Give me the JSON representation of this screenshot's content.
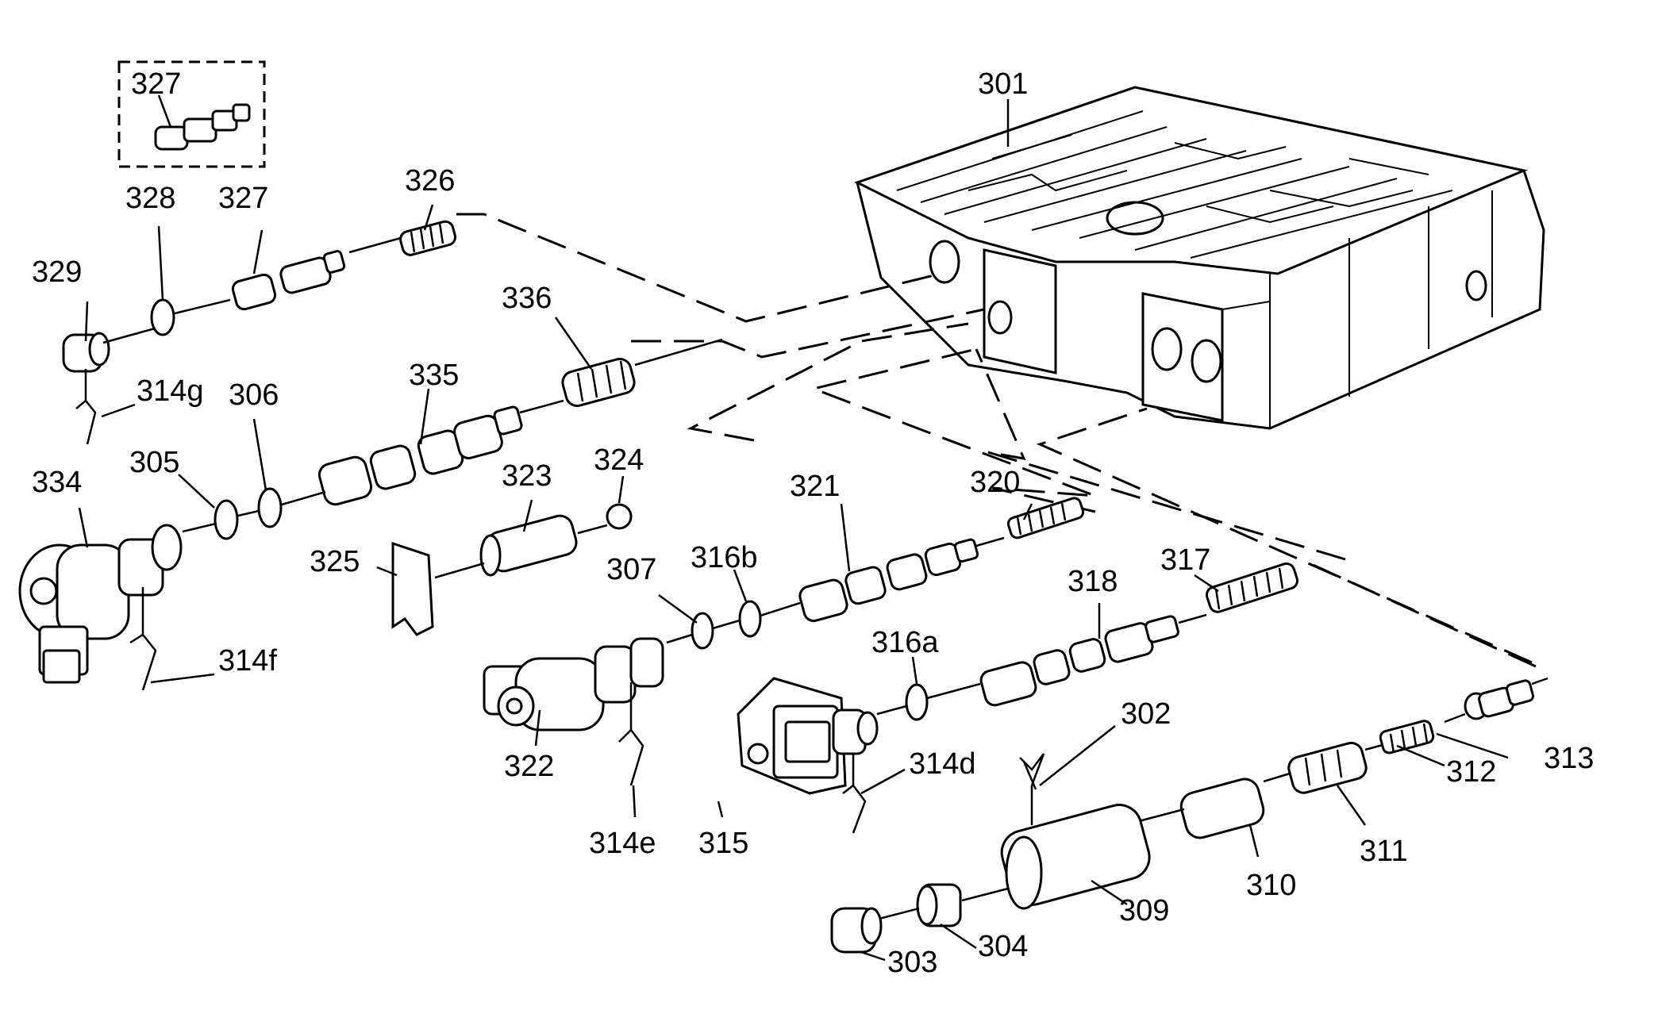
{
  "labels": {
    "l301": "301",
    "l302": "302",
    "l303": "303",
    "l304": "304",
    "l305": "305",
    "l306": "306",
    "l307": "307",
    "l309": "309",
    "l310": "310",
    "l311": "311",
    "l312": "312",
    "l313": "313",
    "l314d": "314d",
    "l314e": "314e",
    "l314f": "314f",
    "l314g": "314g",
    "l315": "315",
    "l316a": "316a",
    "l316b": "316b",
    "l317": "317",
    "l318": "318",
    "l320": "320",
    "l321": "321",
    "l322": "322",
    "l323": "323",
    "l324": "324",
    "l325": "325",
    "l326": "326",
    "l327a": "327",
    "l327b": "327",
    "l328": "328",
    "l329": "329",
    "l334": "334",
    "l335": "335",
    "l336": "336"
  }
}
